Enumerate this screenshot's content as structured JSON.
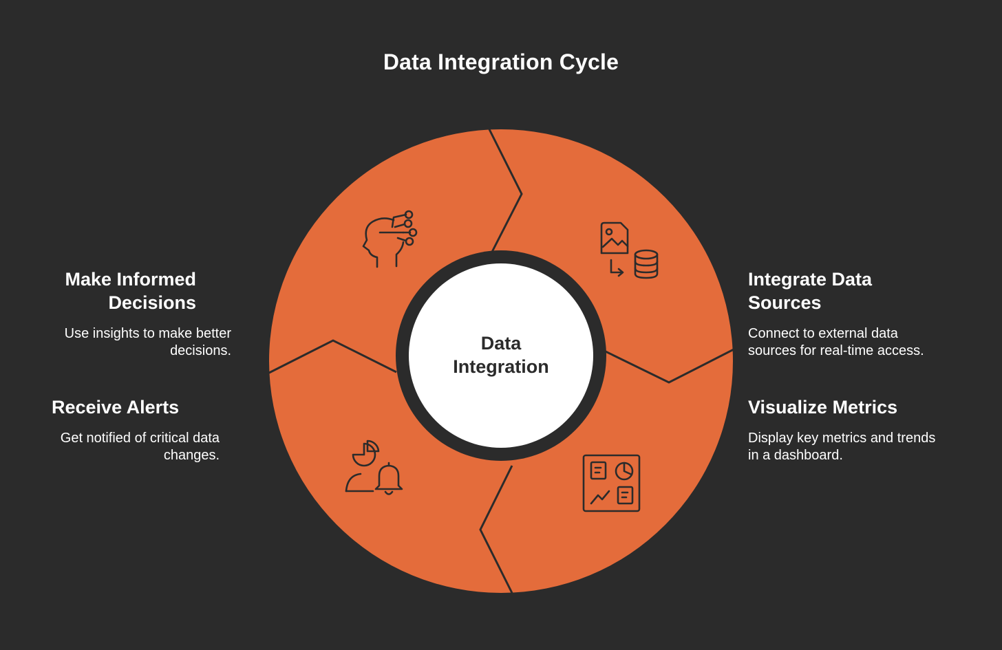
{
  "title": "Data Integration Cycle",
  "center": {
    "line1": "Data",
    "line2": "Integration"
  },
  "colors": {
    "background": "#2b2b2b",
    "segment": "#e46c3b",
    "outline": "#2b2b2b",
    "center_fill": "#ffffff"
  },
  "steps": [
    {
      "title_line1": "Integrate Data",
      "title_line2": "Sources",
      "desc_line1": "Connect to external data",
      "desc_line2": "sources for real-time access.",
      "icon": "image-to-database-icon"
    },
    {
      "title_line1": "Visualize Metrics",
      "desc_line1": "Display key metrics and trends",
      "desc_line2": "in a dashboard.",
      "icon": "dashboard-icon"
    },
    {
      "title_line1": "Receive Alerts",
      "desc_line1": "Get notified of critical data",
      "desc_line2": "changes.",
      "icon": "user-alert-icon"
    },
    {
      "title_line1": "Make Informed",
      "title_line2": "Decisions",
      "desc_line1": "Use insights to make better",
      "desc_line2": "decisions.",
      "icon": "head-network-icon"
    }
  ]
}
